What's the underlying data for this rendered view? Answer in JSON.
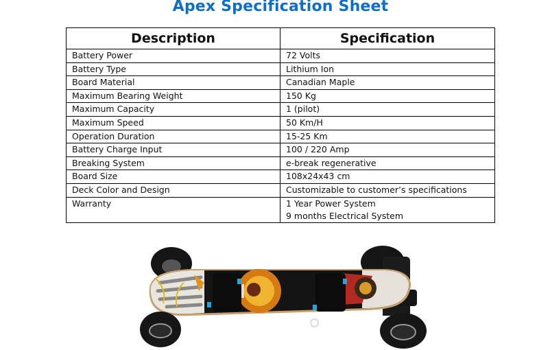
{
  "document": {
    "title": "Apex Specification Sheet",
    "title_color": "#0f6fc6"
  },
  "table": {
    "headers": [
      "Description",
      "Specification"
    ],
    "rows": [
      {
        "description": "Battery Power",
        "specification": [
          "72 Volts"
        ]
      },
      {
        "description": "Battery Type",
        "specification": [
          "Lithium Ion"
        ]
      },
      {
        "description": "Board Material",
        "specification": [
          "Canadian Maple"
        ]
      },
      {
        "description": "Maximum Bearing Weight",
        "specification": [
          "150 Kg"
        ]
      },
      {
        "description": "Maximum Capacity",
        "specification": [
          "1 (pilot)"
        ]
      },
      {
        "description": "Maximum Speed",
        "specification": [
          "50 Km/H"
        ]
      },
      {
        "description": "Operation Duration",
        "specification": [
          "15-25 Km"
        ]
      },
      {
        "description": "Battery Charge Input",
        "specification": [
          "100 / 220 Amp"
        ]
      },
      {
        "description": "Breaking System",
        "specification": [
          "e-break regenerative"
        ]
      },
      {
        "description": "Board Size",
        "specification": [
          "108x24x43 cm"
        ]
      },
      {
        "description": "Deck Color and Design",
        "specification": [
          "Customizable to customer’s specifications"
        ]
      },
      {
        "description": "Warranty",
        "specification": [
          "1 Year Power System",
          "9 months Electrical System"
        ]
      }
    ]
  },
  "image": {
    "subject": "electric-mountainboard-photo",
    "deck_colors": [
      "#1a1a1a",
      "#d98a1e",
      "#f2c230",
      "#c0302a",
      "#e8e4dc",
      "#2a9fd0"
    ]
  }
}
